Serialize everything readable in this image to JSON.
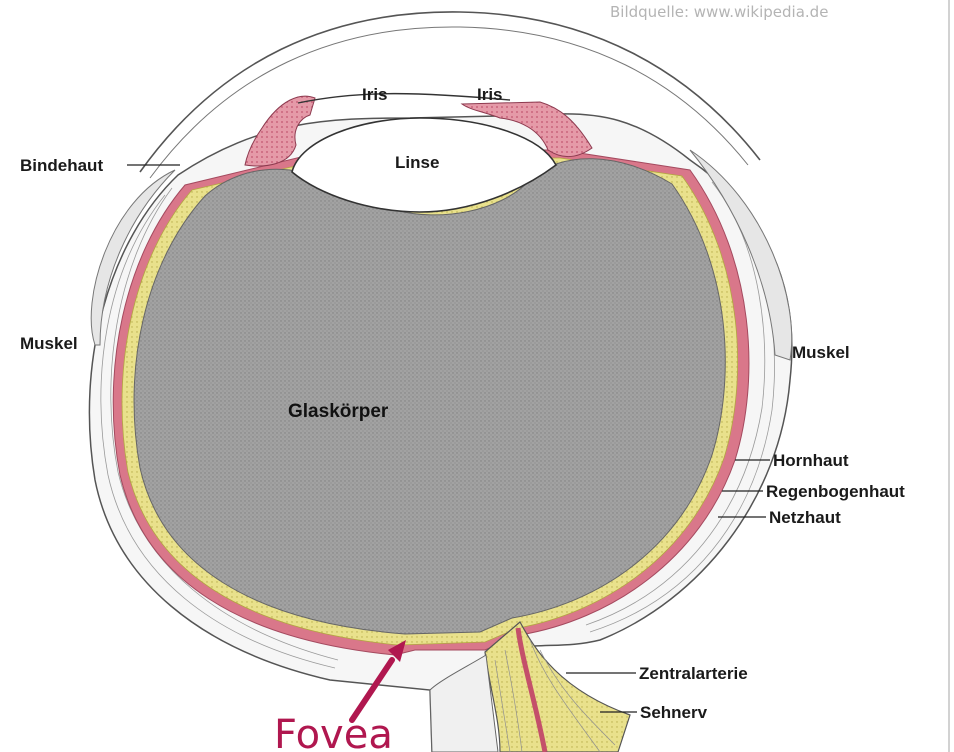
{
  "credit": "Bildquelle: www.wikipedia.de",
  "labels": {
    "iris_left": "Iris",
    "iris_right": "Iris",
    "linse": "Linse",
    "bindehaut": "Bindehaut",
    "muskel_left": "Muskel",
    "muskel_right": "Muskel",
    "glaskoerper": "Glaskörper",
    "hornhaut": "Hornhaut",
    "regenbogenhaut": "Regenbogenhaut",
    "netzhaut": "Netzhaut",
    "zentralarterie": "Zentralarterie",
    "sehnerv": "Sehnerv",
    "fovea": "Fovea"
  },
  "colors": {
    "vitreous": "#9b9b9b",
    "retina": "#e8e08a",
    "choroid": "#d9778a",
    "sclera": "#f4f4f4",
    "fovea": "#b0174f"
  }
}
